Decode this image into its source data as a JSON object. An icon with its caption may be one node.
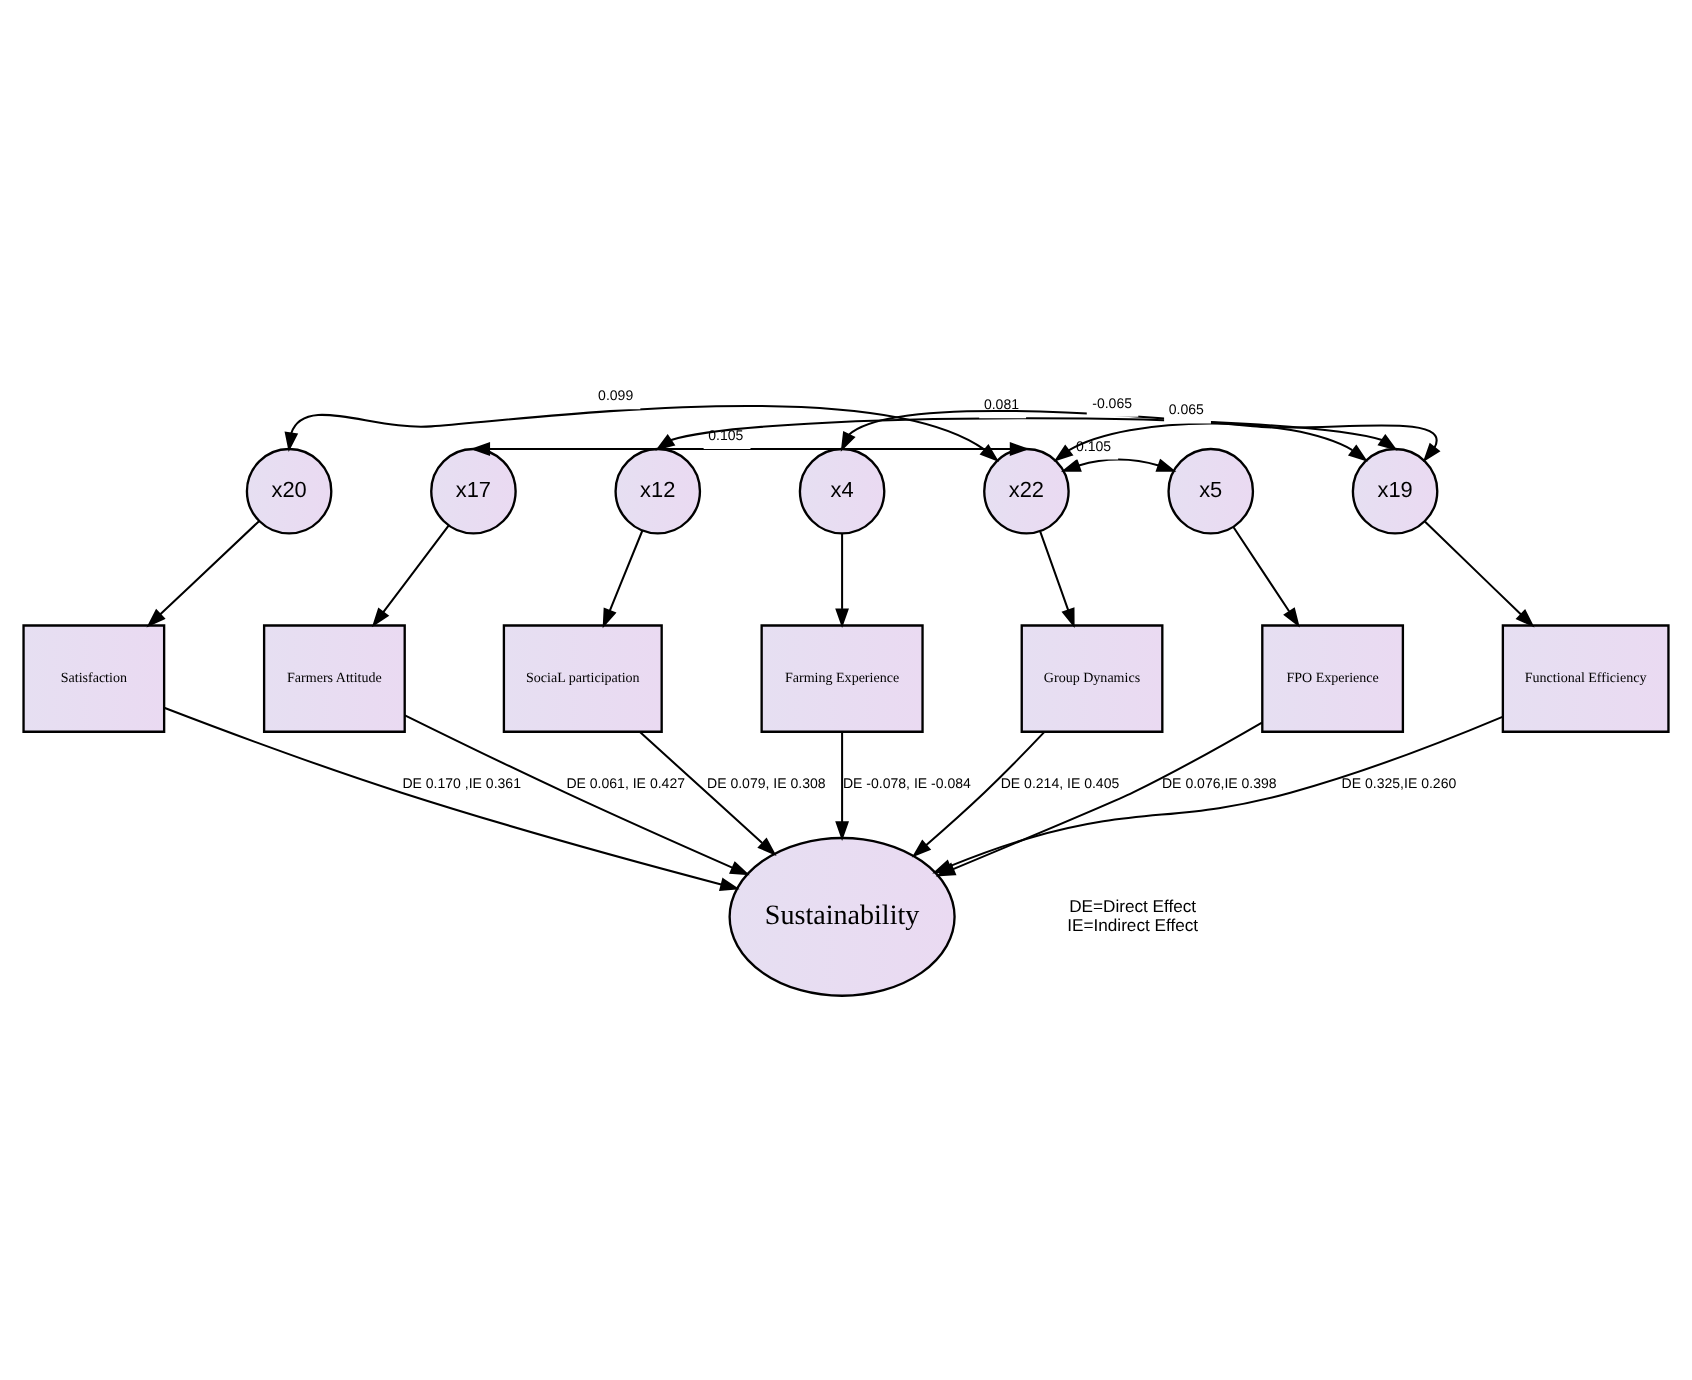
{
  "diagram": {
    "nodes": [
      {
        "text": [
          "x20"
        ]
      },
      {
        "text": [
          "x17"
        ]
      },
      {
        "text": [
          "x12"
        ]
      },
      {
        "text": [
          "x4"
        ]
      },
      {
        "text": [
          "x22"
        ]
      },
      {
        "text": [
          "x5"
        ]
      },
      {
        "text": [
          "x19"
        ]
      },
      {
        "text": [
          "Satisfaction"
        ]
      },
      {
        "text": [
          "Farmers Attitude"
        ]
      },
      {
        "text": [
          "SociaL participation"
        ]
      },
      {
        "text": [
          "Farming Experience"
        ]
      },
      {
        "text": [
          "Group Dynamics"
        ]
      },
      {
        "text": [
          "FPO Experience"
        ]
      },
      {
        "text": [
          "Functional Efficiency"
        ]
      },
      {
        "text": [
          "Sustainability"
        ]
      }
    ],
    "edges": [
      {
        "from": 0,
        "to": 4,
        "arrow": "both",
        "label": "0.099"
      },
      {
        "from": 1,
        "to": 4,
        "arrow": "both",
        "label": "0.105"
      },
      {
        "from": 2,
        "to": 6,
        "arrow": "both",
        "label": "0.081"
      },
      {
        "from": 3,
        "to": 6,
        "arrow": "both",
        "label": "-0.065"
      },
      {
        "from": 4,
        "to": 5,
        "arrow": "both",
        "label": "0.105"
      },
      {
        "from": 4,
        "to": 6,
        "arrow": "both",
        "label": "0.065"
      },
      {
        "from": 0,
        "to": 7,
        "arrow": "to"
      },
      {
        "from": 1,
        "to": 8,
        "arrow": "to"
      },
      {
        "from": 2,
        "to": 9,
        "arrow": "to"
      },
      {
        "from": 3,
        "to": 10,
        "arrow": "to"
      },
      {
        "from": 4,
        "to": 11,
        "arrow": "to"
      },
      {
        "from": 5,
        "to": 12,
        "arrow": "to"
      },
      {
        "from": 6,
        "to": 13,
        "arrow": "to"
      },
      {
        "from": 7,
        "to": 14,
        "arrow": "to",
        "label": "DE 0.170 ,IE 0.361"
      },
      {
        "from": 8,
        "to": 14,
        "arrow": "to",
        "label": "DE 0.061, IE 0.427"
      },
      {
        "from": 9,
        "to": 14,
        "arrow": "to",
        "label": "DE 0.079, IE 0.308"
      },
      {
        "from": 10,
        "to": 14,
        "arrow": "to",
        "label": "DE -0.078, IE -0.084"
      },
      {
        "from": 11,
        "to": 14,
        "arrow": "to",
        "label": "DE 0.214, IE 0.405"
      },
      {
        "from": 12,
        "to": 14,
        "arrow": "to",
        "label": "DE 0.076,IE 0.398"
      },
      {
        "from": 13,
        "to": 14,
        "arrow": "to",
        "label": "DE 0.325,IE 0.260"
      }
    ],
    "labels": [
      "DE=Direct Effect",
      "IE=Indirect Effect"
    ]
  }
}
